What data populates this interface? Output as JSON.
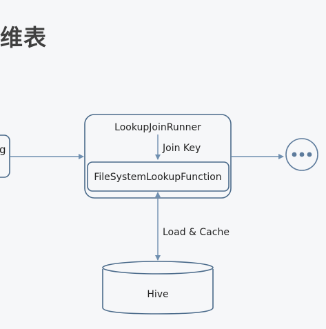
{
  "title": "维表",
  "diagram": {
    "left_box_label": "g",
    "runner_label": "LookupJoinRunner",
    "join_key_label": "Join Key",
    "function_label": "FileSystemLookupFunction",
    "load_cache_label": "Load & Cache",
    "hive_label": "Hive",
    "more_icon": "ellipsis-circle-icon"
  },
  "colors": {
    "stroke": "#4a6a8a",
    "arrow": "#6f8fb0",
    "background": "#f6f7f9",
    "more_circle": "#5d7b9c"
  }
}
